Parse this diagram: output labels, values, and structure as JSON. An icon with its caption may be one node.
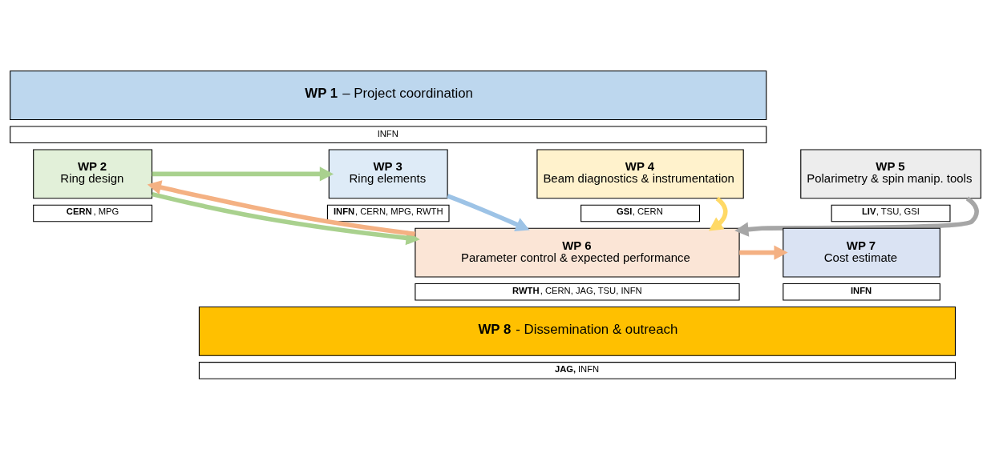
{
  "diagram": {
    "nodes": [
      {
        "text": [
          "**WP 1** – Project coordination"
        ]
      },
      {
        "text": [
          "INFN"
        ]
      },
      {
        "text": [
          "WP 2",
          "Ring design"
        ]
      },
      {
        "text": [
          "**CERN**, MPG"
        ]
      },
      {
        "text": [
          "WP 3",
          "Ring elements"
        ]
      },
      {
        "text": [
          "**INFN**, CERN, MPG, RWTH"
        ]
      },
      {
        "text": [
          "WP 4",
          "Beam diagnostics & instrumentation"
        ]
      },
      {
        "text": [
          "**GSI**, CERN"
        ]
      },
      {
        "text": [
          "WP 5",
          "Polarimetry & spin manip. tools"
        ]
      },
      {
        "text": [
          "**LIV**, TSU, GSI"
        ]
      },
      {
        "text": [
          "WP 6",
          "Parameter control & expected performance"
        ]
      },
      {
        "text": [
          "**RWTH**, CERN, JAG, TSU, INFN"
        ]
      },
      {
        "text": [
          "WP 7",
          "Cost estimate"
        ]
      },
      {
        "text": [
          "**INFN**"
        ]
      },
      {
        "text": [
          "**WP 8** - Dissemination & outreach"
        ]
      },
      {
        "text": [
          "**JAG,** INFN"
        ]
      }
    ],
    "edges": [
      {
        "from": 2,
        "to": 4,
        "arrow": "to",
        "color": "#a9d18e"
      },
      {
        "from": 4,
        "to": 10,
        "arrow": "to",
        "color": "#9dc3e6"
      },
      {
        "from": 6,
        "to": 10,
        "arrow": "to",
        "color": "#ffd966"
      },
      {
        "from": 8,
        "to": 10,
        "arrow": "to",
        "color": "#a6a6a6"
      },
      {
        "from": 2,
        "to": 10,
        "arrow": "to",
        "color": "#a9d18e"
      },
      {
        "from": 10,
        "to": 2,
        "arrow": "to",
        "color": "#f4b183"
      },
      {
        "from": 10,
        "to": 12,
        "arrow": "to",
        "color": "#f4b183"
      }
    ]
  }
}
